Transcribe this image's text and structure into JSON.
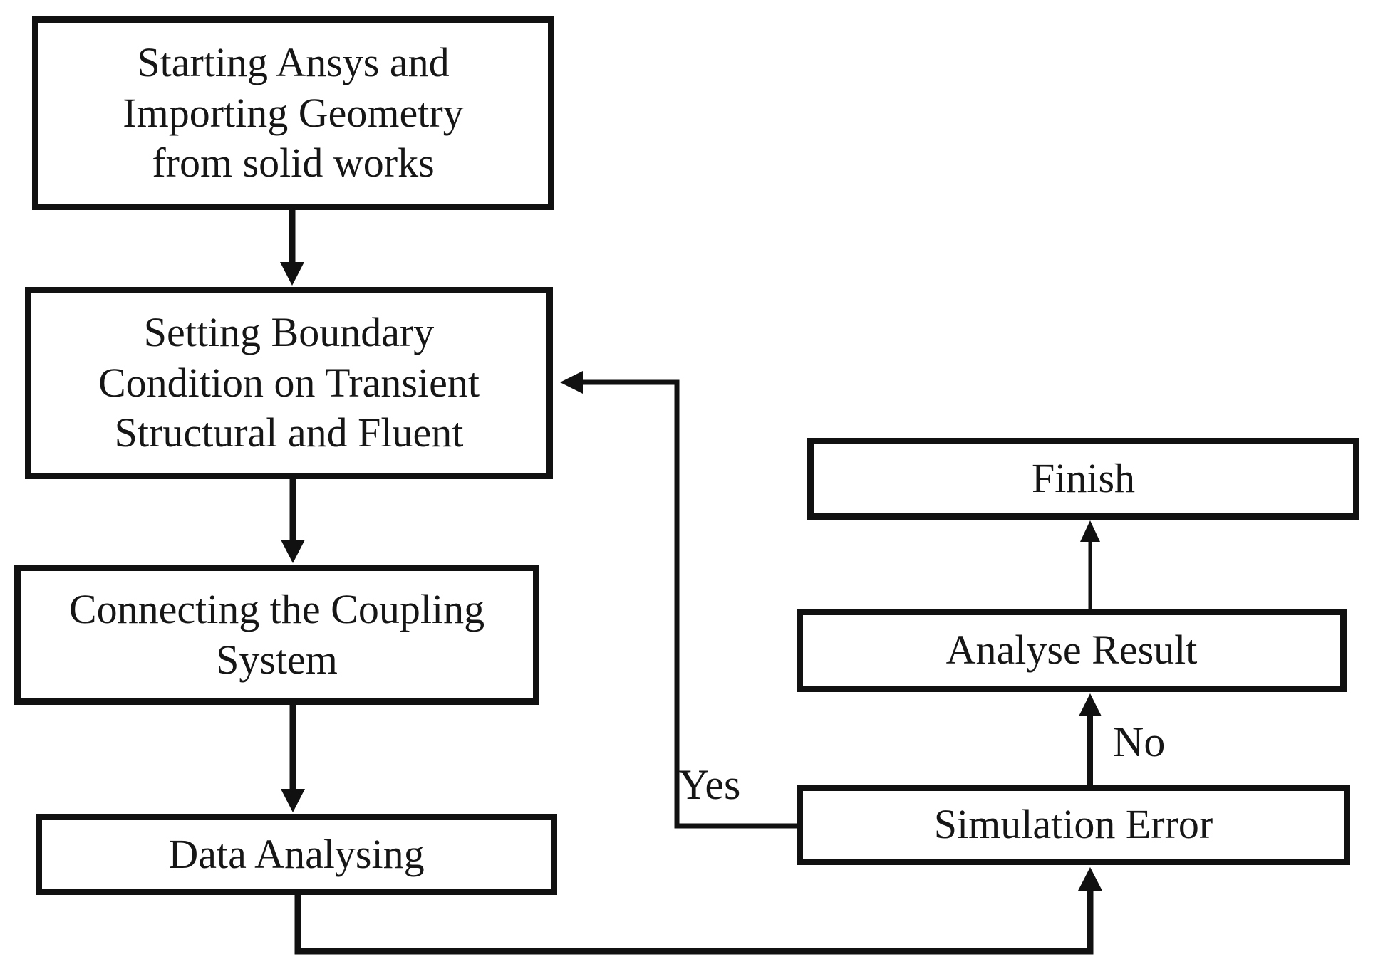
{
  "diagram": {
    "type": "flowchart",
    "background_color": "#ffffff",
    "line_color": "#111111",
    "nodes": {
      "start": {
        "lines": [
          "Starting Ansys and",
          "Importing Geometry",
          "from solid works"
        ]
      },
      "boundary": {
        "lines": [
          "Setting Boundary",
          "Condition on Transient",
          "Structural and Fluent"
        ]
      },
      "coupling": {
        "lines": [
          "Connecting the Coupling",
          "System"
        ]
      },
      "data_analysing": {
        "lines": [
          "Data Analysing"
        ]
      },
      "finish": {
        "lines": [
          "Finish"
        ]
      },
      "analyse_result": {
        "lines": [
          "Analyse Result"
        ]
      },
      "simulation_error": {
        "lines": [
          "Simulation Error"
        ]
      }
    },
    "edge_labels": {
      "yes": "Yes",
      "no": "No"
    }
  }
}
